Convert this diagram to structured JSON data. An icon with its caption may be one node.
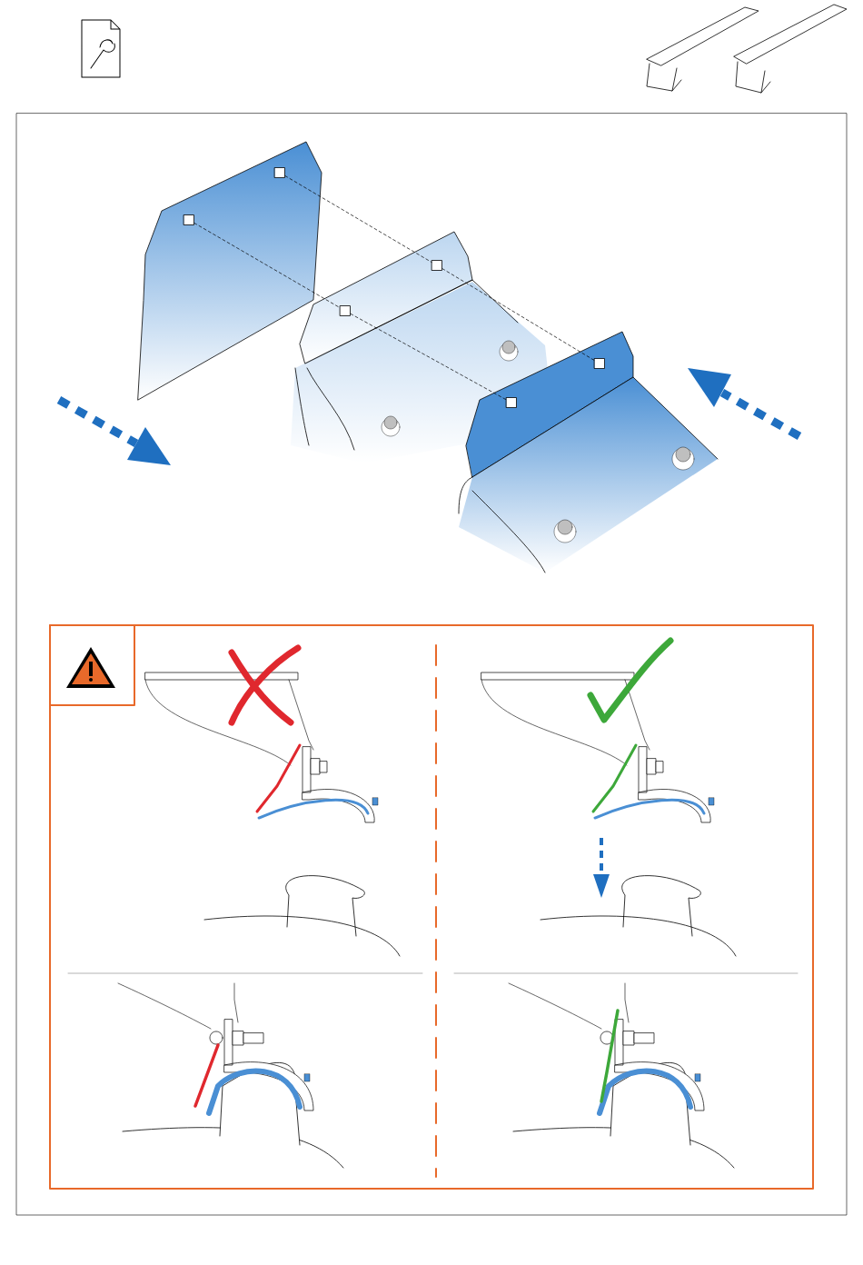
{
  "diagram": {
    "nodes": [
      {
        "text": [],
        "shape": "box"
      },
      {
        "text": [],
        "shape": "box"
      },
      {
        "text": [],
        "shape": "box"
      },
      {
        "text": [],
        "shape": "box"
      },
      {
        "text": [],
        "shape": "box"
      },
      {
        "text": [],
        "shape": "box"
      }
    ],
    "edges": [
      {
        "from": 0,
        "to": 2,
        "arrow": "none",
        "style": "dashed"
      },
      {
        "from": 2,
        "to": 4,
        "arrow": "none",
        "style": "dashed"
      },
      {
        "from": 1,
        "to": 3,
        "arrow": "none",
        "style": "dashed"
      },
      {
        "from": 3,
        "to": 5,
        "arrow": "none",
        "style": "dashed"
      }
    ]
  }
}
